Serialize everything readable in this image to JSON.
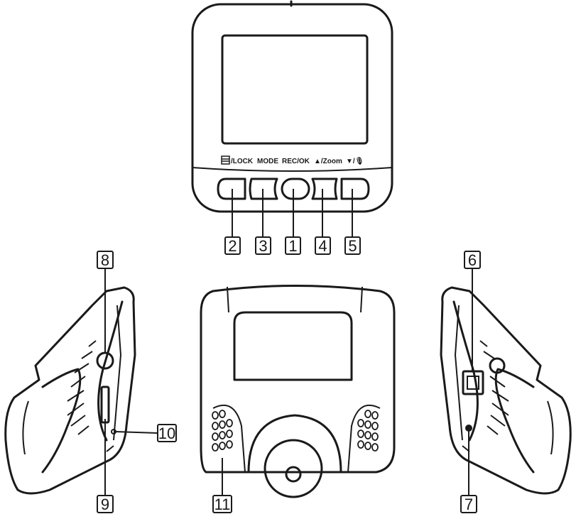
{
  "button_labels": {
    "lock": "/LOCK",
    "mode": "MODE",
    "rec_ok": "REC/OK",
    "zoom": "▲/Zoom",
    "down_mic": "▼/🎙"
  },
  "callouts": [
    "1",
    "2",
    "3",
    "4",
    "5",
    "6",
    "7",
    "8",
    "9",
    "10",
    "11"
  ],
  "colors": {
    "line": "#1a1a1a",
    "background": "#ffffff"
  }
}
